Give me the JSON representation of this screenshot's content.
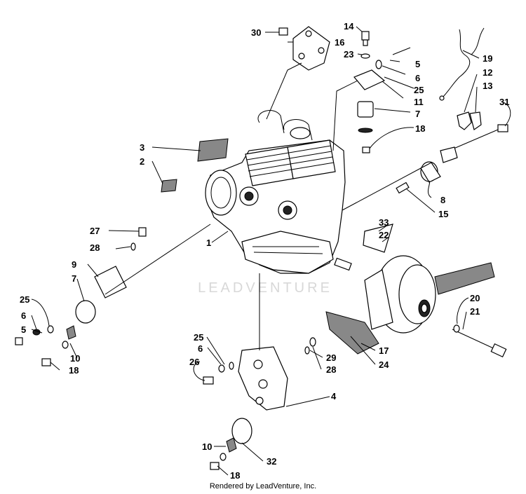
{
  "diagram": {
    "callouts": [
      {
        "id": "c30",
        "text": "30"
      },
      {
        "id": "c16",
        "text": "16"
      },
      {
        "id": "c14",
        "text": "14"
      },
      {
        "id": "c23",
        "text": "23"
      },
      {
        "id": "c5a",
        "text": "5"
      },
      {
        "id": "c6a",
        "text": "6"
      },
      {
        "id": "c25a",
        "text": "25"
      },
      {
        "id": "c11",
        "text": "11"
      },
      {
        "id": "c7a",
        "text": "7"
      },
      {
        "id": "c18a",
        "text": "18"
      },
      {
        "id": "c19",
        "text": "19"
      },
      {
        "id": "c12",
        "text": "12"
      },
      {
        "id": "c13",
        "text": "13"
      },
      {
        "id": "c31",
        "text": "31"
      },
      {
        "id": "c3",
        "text": "3"
      },
      {
        "id": "c2",
        "text": "2"
      },
      {
        "id": "c8",
        "text": "8"
      },
      {
        "id": "c15",
        "text": "15"
      },
      {
        "id": "c33",
        "text": "33"
      },
      {
        "id": "c22",
        "text": "22"
      },
      {
        "id": "c27",
        "text": "27"
      },
      {
        "id": "c28a",
        "text": "28"
      },
      {
        "id": "c1",
        "text": "1"
      },
      {
        "id": "c9",
        "text": "9"
      },
      {
        "id": "c7b",
        "text": "7"
      },
      {
        "id": "c25b",
        "text": "25"
      },
      {
        "id": "c6b",
        "text": "6"
      },
      {
        "id": "c5b",
        "text": "5"
      },
      {
        "id": "c10a",
        "text": "10"
      },
      {
        "id": "c18b",
        "text": "18"
      },
      {
        "id": "c20",
        "text": "20"
      },
      {
        "id": "c21",
        "text": "21"
      },
      {
        "id": "c25c",
        "text": "25"
      },
      {
        "id": "c6c",
        "text": "6"
      },
      {
        "id": "c26",
        "text": "26"
      },
      {
        "id": "c29",
        "text": "29"
      },
      {
        "id": "c28b",
        "text": "28"
      },
      {
        "id": "c17",
        "text": "17"
      },
      {
        "id": "c24",
        "text": "24"
      },
      {
        "id": "c4",
        "text": "4"
      },
      {
        "id": "c10b",
        "text": "10"
      },
      {
        "id": "c32",
        "text": "32"
      },
      {
        "id": "c18c",
        "text": "18"
      }
    ]
  },
  "watermark": "LEADVENTURE",
  "footer": {
    "credit": "Rendered by LeadVenture, Inc."
  }
}
